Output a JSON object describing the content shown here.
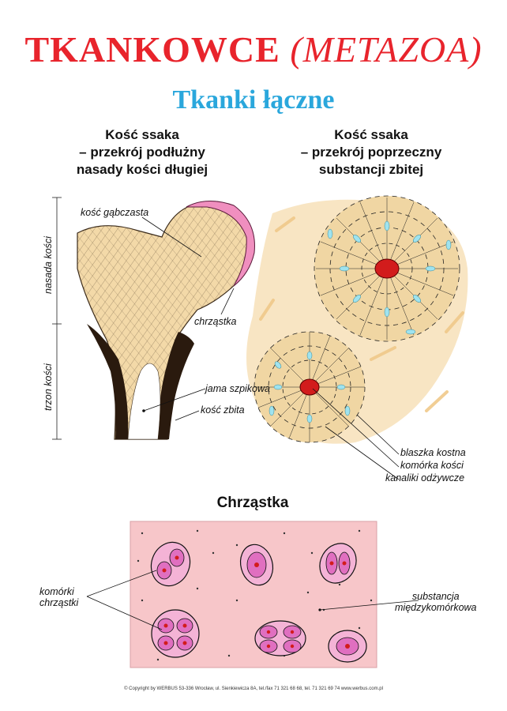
{
  "header": {
    "title_main": "TKANKOWCE",
    "title_latin": "(METAZOA)",
    "subtitle": "Tkanki łączne"
  },
  "panel_left": {
    "heading_line1": "Kość ssaka",
    "heading_line2": "– przekrój podłużny",
    "heading_line3": "nasady kości długiej",
    "labels": {
      "spongy": "kość gąbczasta",
      "cartilage": "chrząstka",
      "marrow": "jama szpikowa",
      "compact": "kość zbita",
      "epiphysis": "nasada kości",
      "shaft": "trzon kości"
    }
  },
  "panel_right": {
    "heading_line1": "Kość ssaka",
    "heading_line2": "– przekrój poprzeczny",
    "heading_line3": "substancji zbitej",
    "labels": {
      "lamella": "blaszka kostna",
      "cell": "komórka kości",
      "canals": "kanaliki odżywcze"
    }
  },
  "panel_bottom": {
    "heading": "Chrząstka",
    "labels": {
      "cells_line1": "komórki",
      "cells_line2": "chrząstki",
      "matrix_line1": "substancja",
      "matrix_line2": "międzykomórkowa"
    }
  },
  "footer": {
    "text": "© Copyright by WERBUS   53-336 Wrocław, ul. Sienkiewicza 8A, tel./fax 71 321 68 68, tel. 71 321 69 74        www.werbus.com.pl"
  },
  "colors": {
    "title_red": "#e8242c",
    "subtitle_blue": "#2aa7dc",
    "bone_tan": "#f3d9a8",
    "cartilage_pink": "#f7c6c9",
    "cell_magenta": "#e06fc0",
    "nucleus_red": "#d21c1c",
    "lacuna_cyan": "#9fe3ef"
  }
}
